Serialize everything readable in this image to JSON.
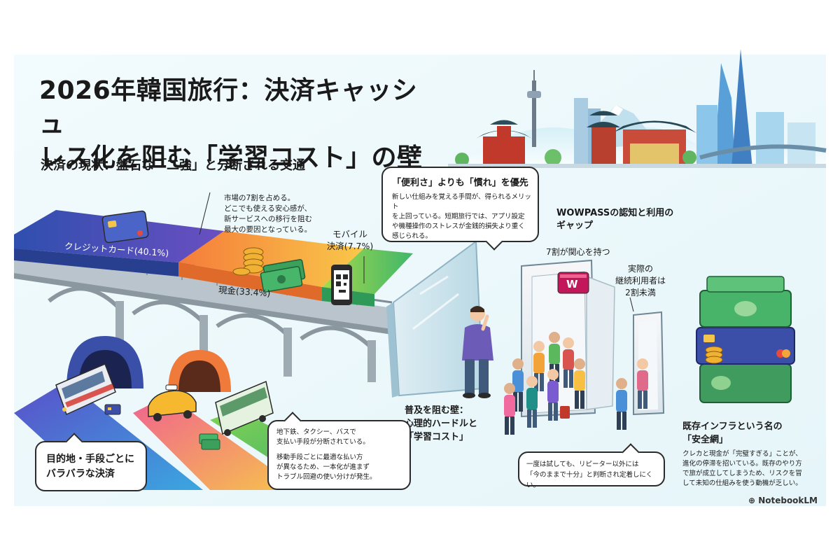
{
  "title": "2026年韓国旅行：決済キャッシュ\nレス化を阻む「学習コスト」の壁",
  "subtitle": "決済の現状：盤石な「二強」と分断される交通",
  "market_share": {
    "note": "市場の7割を占める。\nどこでも使える安心感が、\n新サービスへの移行を阻む\n最大の要因となっている。",
    "credit_label": "クレジットカード(40.1%)",
    "cash_label": "現金(33.4%)",
    "mobile_label": "モバイル\n決済(7.7%)"
  },
  "convenience": {
    "heading": "「便利さ」よりも「慣れ」を優先",
    "body": "新しい仕組みを覚える手間が、得られるメリット\nを上回っている。短期旅行では、アプリ設定\nや機種操作のストレスが金銭的損失より重く\n感じられる。"
  },
  "wowpass": {
    "heading": "WOWPASSの認知と利用の\nギャップ",
    "interest": "7割が関心を持つ",
    "actual": "実際の\n継続利用者は\n2割未満",
    "card_letter": "W"
  },
  "barrier": {
    "heading": "普及を阻む壁：\n心理的ハードルと\n「学習コスト」"
  },
  "transport": {
    "heading": "目的地・手段ごとに\nバラバラな決済",
    "body1": "地下鉄、タクシー、バスで\n支払い手段が分断されている。",
    "body2": "移動手段ごとに最適な払い方\nが異なるため、一本化が進まず\nトラブル回避の使い分けが発生。"
  },
  "repeater": {
    "body": "一度は試しても、リピーター以外には\n「今のままで十分」と判断され定着しにくい。"
  },
  "safety_net": {
    "heading": "既存インフラという名の\n「安全網」",
    "body": "クレカと現金が「完璧すぎる」ことが、\n進化の停滞を招いている。既存のやり方\nで旅が成立してしまうため、リスクを冒\nして未知の仕組みを使う動機が乏しい。"
  },
  "logo": "NotebookLM",
  "colors": {
    "credit": "#3f51b5",
    "cash": "#f7a23a",
    "mobile": "#5cc36a",
    "ink": "#2b2b2b"
  }
}
